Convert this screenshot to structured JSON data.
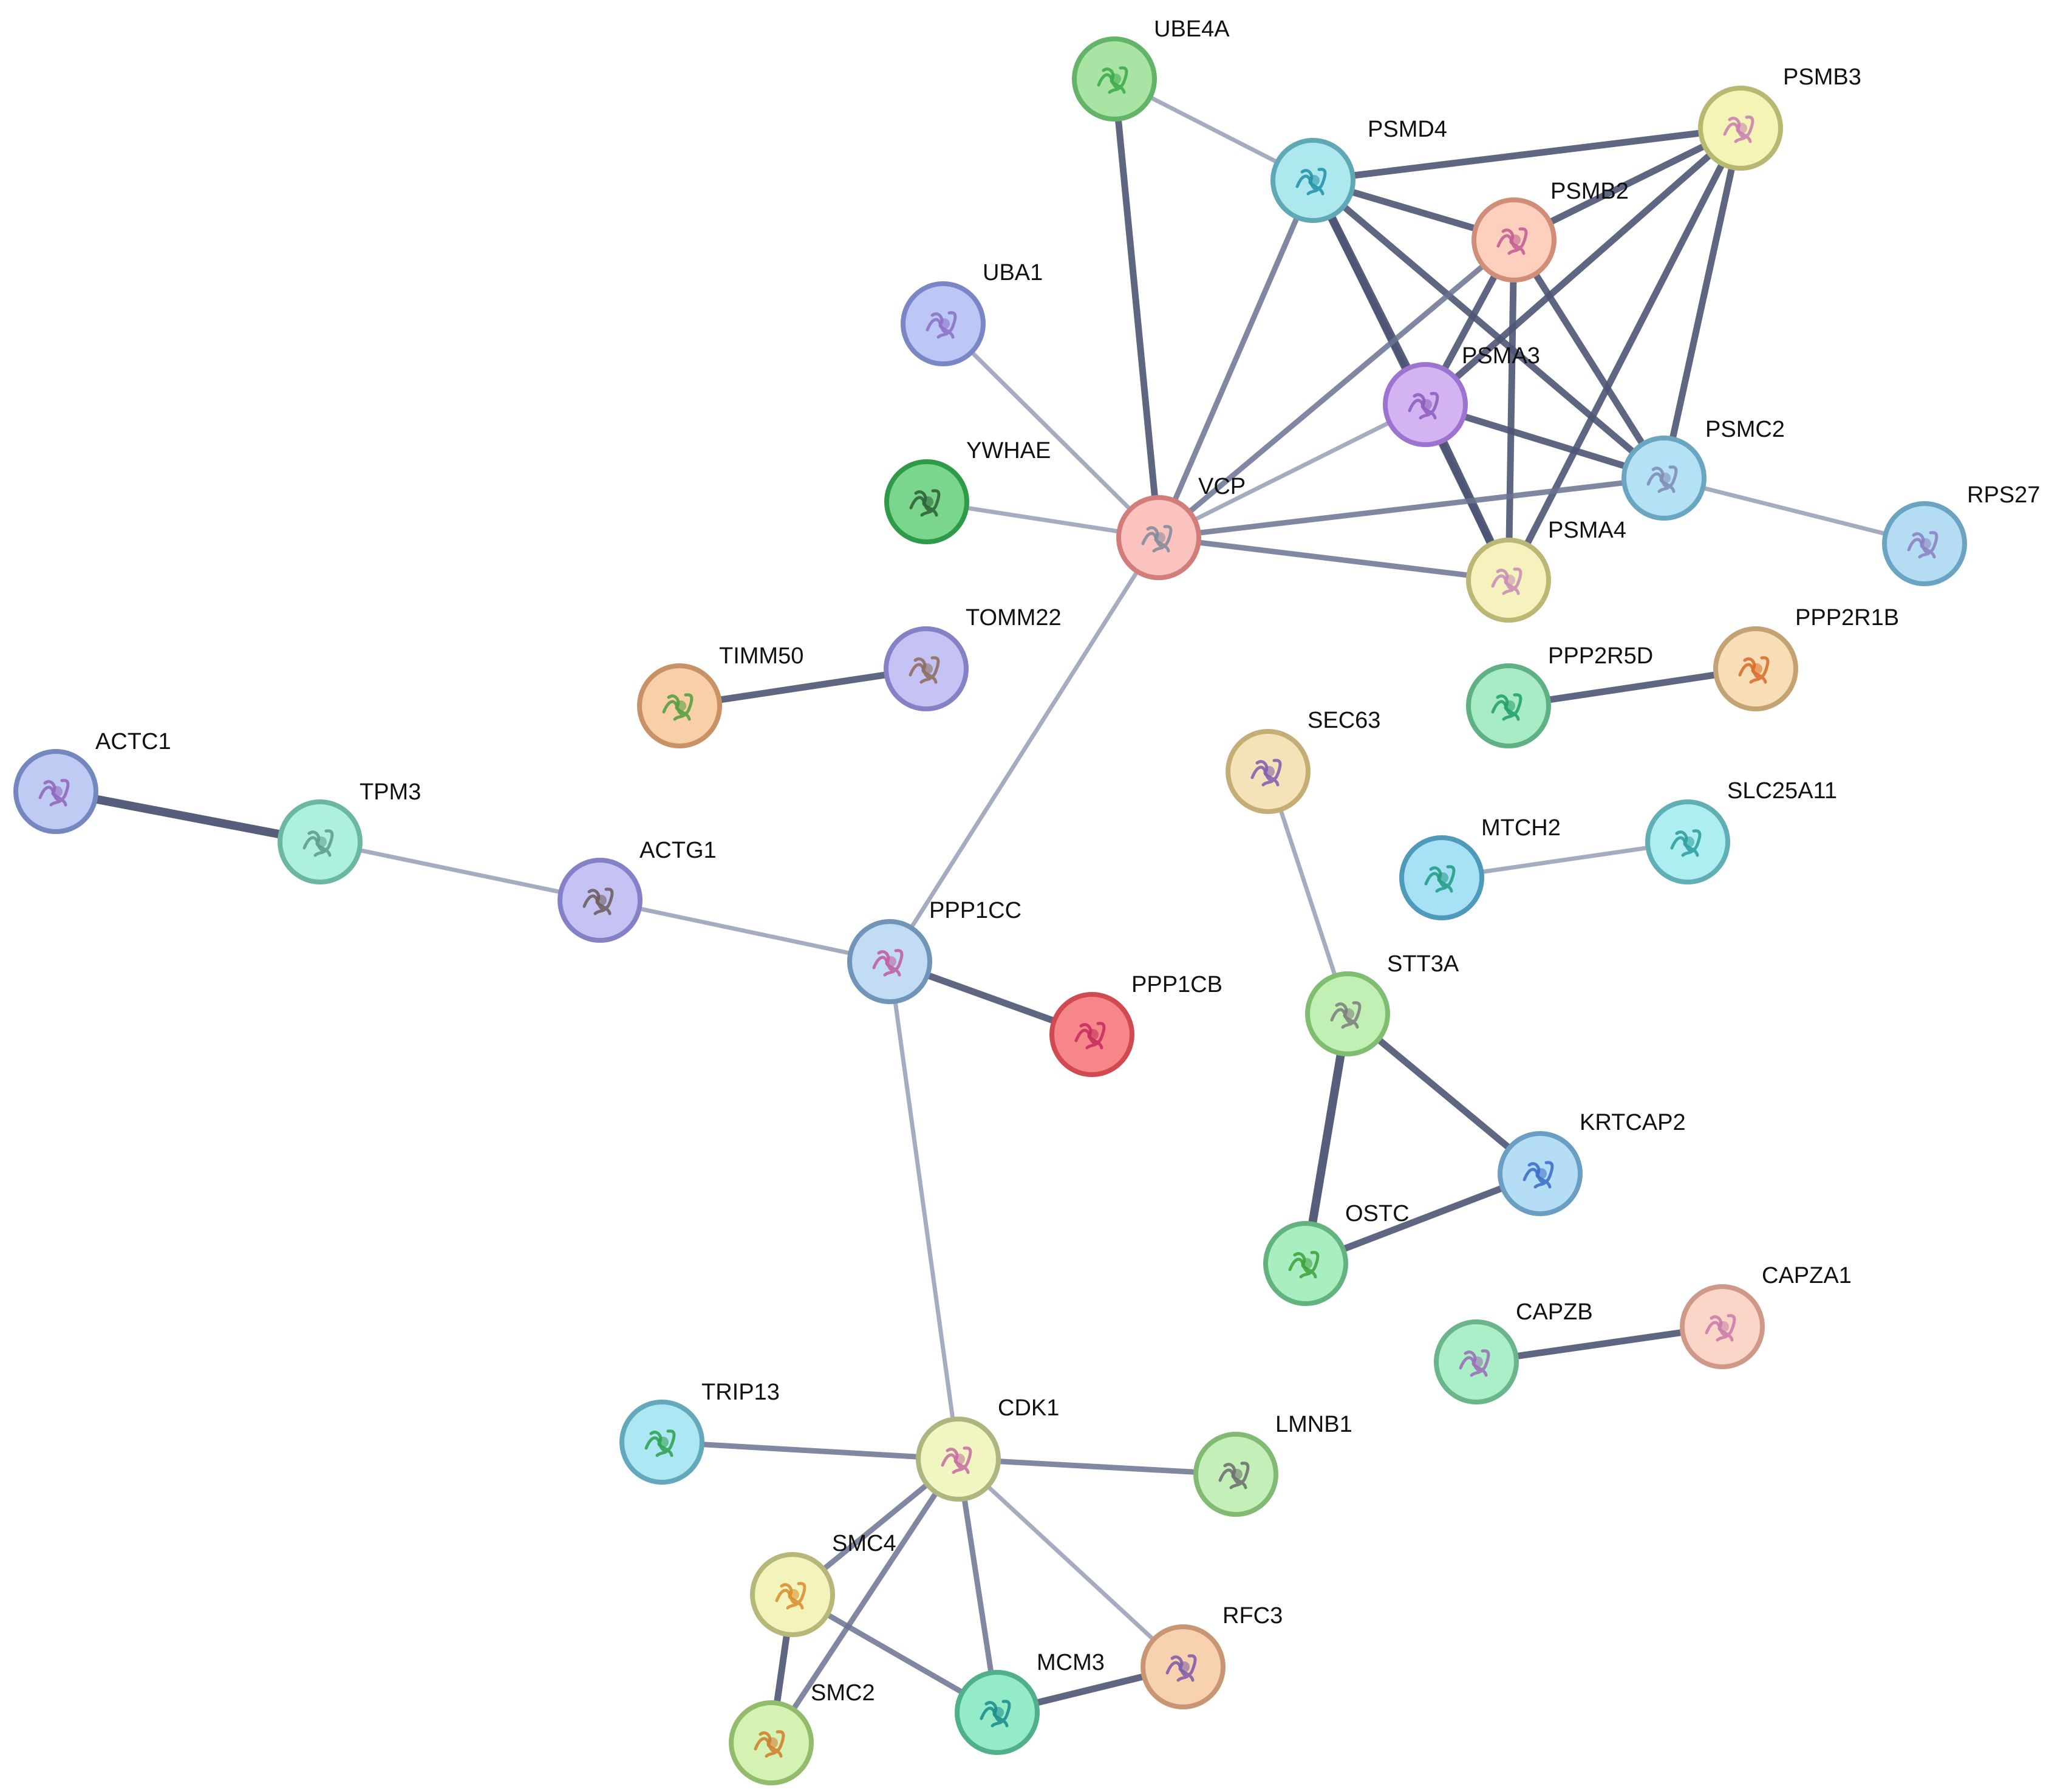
{
  "nodes": [
    {
      "id": "UBE4A",
      "label": "UBE4A",
      "color": "#a9e4a4",
      "ring": "#63b368",
      "icon": "protein-structure-icon",
      "icon_color": "#39a84a"
    },
    {
      "id": "PSMD4",
      "label": "PSMD4",
      "color": "#aee8ef",
      "ring": "#5fa9b6",
      "icon": "protein-structure-icon",
      "icon_color": "#1f8fa8"
    },
    {
      "id": "PSMB3",
      "label": "PSMB3",
      "color": "#f4f4b6",
      "ring": "#b8b872",
      "icon": "protein-structure-icon",
      "icon_color": "#c77bb0"
    },
    {
      "id": "PSMB2",
      "label": "PSMB2",
      "color": "#fccfbf",
      "ring": "#d08e79",
      "icon": "protein-structure-icon",
      "icon_color": "#c05b90"
    },
    {
      "id": "UBA1",
      "label": "UBA1",
      "color": "#bcc7f5",
      "ring": "#7a86c6",
      "icon": "protein-structure-icon",
      "icon_color": "#8a6ec4"
    },
    {
      "id": "PSMA3",
      "label": "PSMA3",
      "color": "#d2b4f3",
      "ring": "#9c74cf",
      "icon": "protein-structure-icon",
      "icon_color": "#8b5ab8"
    },
    {
      "id": "PSMC2",
      "label": "PSMC2",
      "color": "#b5e1f5",
      "ring": "#6aa6c2",
      "icon": "protein-structure-icon",
      "icon_color": "#7e8ab5"
    },
    {
      "id": "YWHAE",
      "label": "YWHAE",
      "color": "#7bd68d",
      "ring": "#2f9b48",
      "icon": "protein-structure-icon",
      "icon_color": "#2c5d36"
    },
    {
      "id": "VCP",
      "label": "VCP",
      "color": "#fbc3c0",
      "ring": "#d27d7a",
      "icon": "protein-structure-icon",
      "icon_color": "#7d8a9a"
    },
    {
      "id": "RPS27",
      "label": "RPS27",
      "color": "#b4dcf3",
      "ring": "#6ba3c3",
      "icon": "protein-structure-icon",
      "icon_color": "#8a7ec0"
    },
    {
      "id": "PSMA4",
      "label": "PSMA4",
      "color": "#f5f2bd",
      "ring": "#bdb775",
      "icon": "protein-structure-icon",
      "icon_color": "#c68ab5"
    },
    {
      "id": "TOMM22",
      "label": "TOMM22",
      "color": "#c5c3f3",
      "ring": "#8581c6",
      "icon": "protein-structure-icon",
      "icon_color": "#8c6a5a"
    },
    {
      "id": "TIMM50",
      "label": "TIMM50",
      "color": "#f8cfa6",
      "ring": "#c99166",
      "icon": "protein-structure-icon",
      "icon_color": "#4d9c3c"
    },
    {
      "id": "PPP2R1B",
      "label": "PPP2R1B",
      "color": "#f8deb6",
      "ring": "#c4a274",
      "icon": "protein-structure-icon",
      "icon_color": "#d86a28"
    },
    {
      "id": "PPP2R5D",
      "label": "PPP2R5D",
      "color": "#a8ecc5",
      "ring": "#5fb083",
      "icon": "protein-structure-icon",
      "icon_color": "#1f9c6a"
    },
    {
      "id": "SEC63",
      "label": "SEC63",
      "color": "#f4e3b8",
      "ring": "#c4ae76",
      "icon": "protein-structure-icon",
      "icon_color": "#7c5ab0"
    },
    {
      "id": "ACTC1",
      "label": "ACTC1",
      "color": "#bfcbf3",
      "ring": "#7487bf",
      "icon": "protein-structure-icon",
      "icon_color": "#8e64b8"
    },
    {
      "id": "TPM3",
      "label": "TPM3",
      "color": "#adf0df",
      "ring": "#6bb7a2",
      "icon": "protein-structure-icon",
      "icon_color": "#5b9a88"
    },
    {
      "id": "SLC25A11",
      "label": "SLC25A11",
      "color": "#adeef0",
      "ring": "#60afb4",
      "icon": "protein-structure-icon",
      "icon_color": "#2a9a9c"
    },
    {
      "id": "MTCH2",
      "label": "MTCH2",
      "color": "#a7e1f5",
      "ring": "#4f99bb",
      "icon": "protein-structure-icon",
      "icon_color": "#1e9a80"
    },
    {
      "id": "ACTG1",
      "label": "ACTG1",
      "color": "#c4c3f4",
      "ring": "#8482c6",
      "icon": "protein-structure-icon",
      "icon_color": "#6a5a58"
    },
    {
      "id": "PPP1CC",
      "label": "PPP1CC",
      "color": "#c1dcf3",
      "ring": "#7095b8",
      "icon": "protein-structure-icon",
      "icon_color": "#c05a9c"
    },
    {
      "id": "PPP1CB",
      "label": "PPP1CB",
      "color": "#f6868a",
      "ring": "#d04a50",
      "icon": "protein-structure-icon",
      "icon_color": "#c42a5c"
    },
    {
      "id": "STT3A",
      "label": "STT3A",
      "color": "#c2f0b4",
      "ring": "#7fbd70",
      "icon": "protein-structure-icon",
      "icon_color": "#7b7b7b"
    },
    {
      "id": "KRTCAP2",
      "label": "KRTCAP2",
      "color": "#b5ddf6",
      "ring": "#6a9ec3",
      "icon": "protein-structure-icon",
      "icon_color": "#3a6ac4"
    },
    {
      "id": "OSTC",
      "label": "OSTC",
      "color": "#a8eec0",
      "ring": "#62b380",
      "icon": "protein-structure-icon",
      "icon_color": "#3aa03a"
    },
    {
      "id": "CAPZA1",
      "label": "CAPZA1",
      "color": "#fbd6c8",
      "ring": "#cf998a",
      "icon": "protein-structure-icon",
      "icon_color": "#c878a8"
    },
    {
      "id": "CAPZB",
      "label": "CAPZB",
      "color": "#abefc8",
      "ring": "#6ab58a",
      "icon": "protein-structure-icon",
      "icon_color": "#9b6ab5"
    },
    {
      "id": "TRIP13",
      "label": "TRIP13",
      "color": "#aee7f4",
      "ring": "#64a9bb",
      "icon": "protein-structure-icon",
      "icon_color": "#2aa04a"
    },
    {
      "id": "CDK1",
      "label": "CDK1",
      "color": "#f1f5c2",
      "ring": "#aeb57e",
      "icon": "protein-structure-icon",
      "icon_color": "#c46aa0"
    },
    {
      "id": "LMNB1",
      "label": "LMNB1",
      "color": "#c4efb8",
      "ring": "#82ba74",
      "icon": "protein-structure-icon",
      "icon_color": "#6b6b6b"
    },
    {
      "id": "SMC4",
      "label": "SMC4",
      "color": "#f3f4bb",
      "ring": "#b7b77a",
      "icon": "protein-structure-icon",
      "icon_color": "#d88a2a"
    },
    {
      "id": "RFC3",
      "label": "RFC3",
      "color": "#f8d1b0",
      "ring": "#c89674",
      "icon": "protein-structure-icon",
      "icon_color": "#7a5aa8"
    },
    {
      "id": "MCM3",
      "label": "MCM3",
      "color": "#93ebc8",
      "ring": "#4fb08a",
      "icon": "protein-structure-icon",
      "icon_color": "#1a8a8a"
    },
    {
      "id": "SMC2",
      "label": "SMC2",
      "color": "#d4f2b1",
      "ring": "#93bb6c",
      "icon": "protein-structure-icon",
      "icon_color": "#d07a2a"
    }
  ],
  "edges": [
    {
      "a": "UBE4A",
      "b": "VCP",
      "w": 4
    },
    {
      "a": "UBE4A",
      "b": "PSMD4",
      "w": 2
    },
    {
      "a": "PSMD4",
      "b": "PSMB3",
      "w": 4
    },
    {
      "a": "PSMD4",
      "b": "PSMB2",
      "w": 4
    },
    {
      "a": "PSMD4",
      "b": "PSMA3",
      "w": 5
    },
    {
      "a": "PSMD4",
      "b": "PSMC2",
      "w": 4
    },
    {
      "a": "PSMD4",
      "b": "PSMA4",
      "w": 4
    },
    {
      "a": "PSMD4",
      "b": "VCP",
      "w": 3
    },
    {
      "a": "PSMB3",
      "b": "PSMB2",
      "w": 4
    },
    {
      "a": "PSMB3",
      "b": "PSMA3",
      "w": 4
    },
    {
      "a": "PSMB3",
      "b": "PSMC2",
      "w": 4
    },
    {
      "a": "PSMB3",
      "b": "PSMA4",
      "w": 4
    },
    {
      "a": "PSMB2",
      "b": "PSMA3",
      "w": 4
    },
    {
      "a": "PSMB2",
      "b": "PSMC2",
      "w": 4
    },
    {
      "a": "PSMB2",
      "b": "PSMA4",
      "w": 4
    },
    {
      "a": "PSMB2",
      "b": "VCP",
      "w": 3
    },
    {
      "a": "PSMA3",
      "b": "PSMC2",
      "w": 4
    },
    {
      "a": "PSMA3",
      "b": "PSMA4",
      "w": 5
    },
    {
      "a": "PSMA3",
      "b": "VCP",
      "w": 2
    },
    {
      "a": "PSMC2",
      "b": "VCP",
      "w": 3
    },
    {
      "a": "PSMC2",
      "b": "RPS27",
      "w": 2
    },
    {
      "a": "PSMA4",
      "b": "VCP",
      "w": 3
    },
    {
      "a": "UBA1",
      "b": "VCP",
      "w": 2
    },
    {
      "a": "YWHAE",
      "b": "VCP",
      "w": 2
    },
    {
      "a": "VCP",
      "b": "PPP1CC",
      "w": 2
    },
    {
      "a": "TOMM22",
      "b": "TIMM50",
      "w": 4
    },
    {
      "a": "PPP2R5D",
      "b": "PPP2R1B",
      "w": 4
    },
    {
      "a": "ACTC1",
      "b": "TPM3",
      "w": 5
    },
    {
      "a": "TPM3",
      "b": "ACTG1",
      "w": 2
    },
    {
      "a": "ACTG1",
      "b": "PPP1CC",
      "w": 2
    },
    {
      "a": "PPP1CC",
      "b": "PPP1CB",
      "w": 4
    },
    {
      "a": "PPP1CC",
      "b": "CDK1",
      "w": 2
    },
    {
      "a": "MTCH2",
      "b": "SLC25A11",
      "w": 2
    },
    {
      "a": "SEC63",
      "b": "STT3A",
      "w": 2
    },
    {
      "a": "STT3A",
      "b": "KRTCAP2",
      "w": 4
    },
    {
      "a": "STT3A",
      "b": "OSTC",
      "w": 5
    },
    {
      "a": "KRTCAP2",
      "b": "OSTC",
      "w": 4
    },
    {
      "a": "CAPZB",
      "b": "CAPZA1",
      "w": 4
    },
    {
      "a": "TRIP13",
      "b": "CDK1",
      "w": 3
    },
    {
      "a": "CDK1",
      "b": "LMNB1",
      "w": 3
    },
    {
      "a": "CDK1",
      "b": "SMC4",
      "w": 3
    },
    {
      "a": "CDK1",
      "b": "SMC2",
      "w": 3
    },
    {
      "a": "CDK1",
      "b": "MCM3",
      "w": 3
    },
    {
      "a": "CDK1",
      "b": "RFC3",
      "w": 2
    },
    {
      "a": "SMC4",
      "b": "SMC2",
      "w": 4
    },
    {
      "a": "SMC4",
      "b": "MCM3",
      "w": 3
    },
    {
      "a": "MCM3",
      "b": "RFC3",
      "w": 4
    }
  ],
  "edge_colors": {
    "strong": "#4d5574",
    "medium": "#6a7290",
    "weak": "#9ca3b8"
  }
}
